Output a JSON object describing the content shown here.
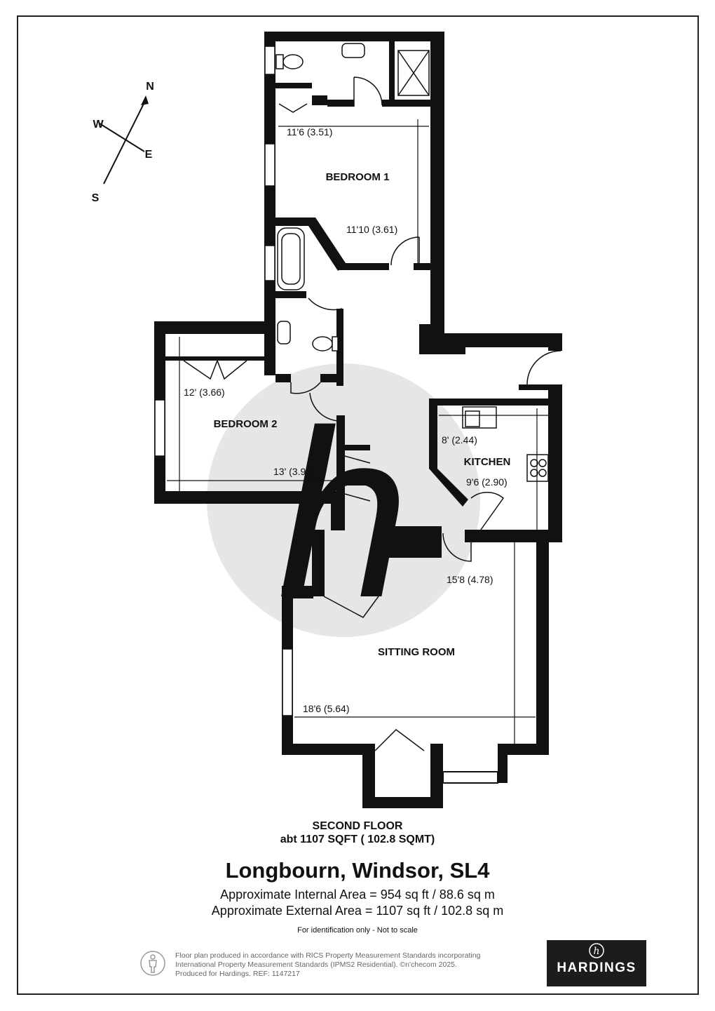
{
  "compass": {
    "north": "N",
    "south": "S",
    "east": "E",
    "west": "W"
  },
  "rooms": {
    "bedroom1": {
      "label": "BEDROOM 1",
      "dim_width": "11'6 (3.51)",
      "dim_length": "11'10 (3.61)"
    },
    "bedroom2": {
      "label": "BEDROOM 2",
      "dim_width": "12' (3.66)",
      "dim_length": "13' (3.96)"
    },
    "kitchen": {
      "label": "KITCHEN",
      "dim_width": "8' (2.44)",
      "dim_length": "9'6 (2.90)"
    },
    "sitting_room": {
      "label": "SITTING ROOM",
      "dim_length": "15'8 (4.78)",
      "dim_width": "18'6 (5.64)"
    }
  },
  "floor": {
    "title": "SECOND FLOOR",
    "area": "abt 1107 SQFT ( 102.8 SQMT)"
  },
  "property": {
    "address": "Longbourn, Windsor, SL4",
    "internal_area": "Approximate Internal Area = 954 sq ft / 88.6 sq m",
    "external_area": "Approximate External Area = 1107 sq ft / 102.8 sq m",
    "disclaimer": "For identification only - Not to scale"
  },
  "footer": {
    "line1": "Floor plan produced in accordance with RICS Property Measurement Standards incorporating",
    "line2": "International Property Measurement Standards (IPMS2 Residential).  ©n'checom 2025.",
    "line3": "Produced for Hardings.   REF:  1147217",
    "icon": "person-icon"
  },
  "brand": {
    "name": "HARDINGS",
    "mark": "h"
  },
  "colors": {
    "wall": "#111111",
    "watermark": "#e6e6e6",
    "frame": "#222222"
  }
}
